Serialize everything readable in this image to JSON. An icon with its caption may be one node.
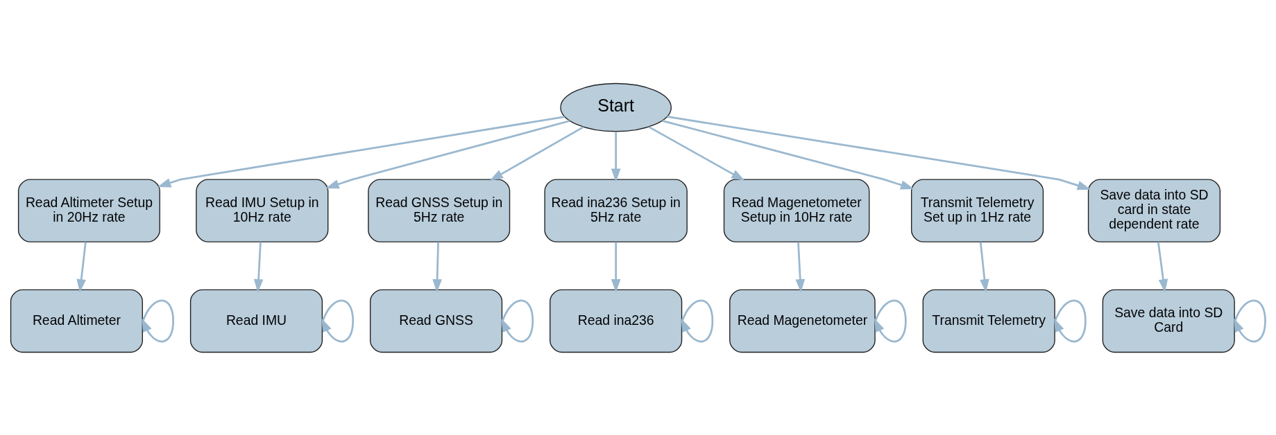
{
  "diagram": {
    "nodes": [
      {
        "text": [
          "Start"
        ]
      },
      {
        "text": [
          "Read Altimeter Setup in 20Hz rate"
        ]
      },
      {
        "text": [
          "Read IMU Setup in 10Hz rate"
        ]
      },
      {
        "text": [
          "Read GNSS Setup in 5Hz rate"
        ]
      },
      {
        "text": [
          "Read ina236 Setup in 5Hz rate"
        ]
      },
      {
        "text": [
          "Read Magenetometer Setup in 10Hz rate"
        ]
      },
      {
        "text": [
          "Transmit Telemetry Set up in 1Hz rate"
        ]
      },
      {
        "text": [
          "Save data into SD card in state dependent rate"
        ]
      },
      {
        "text": [
          "Read Altimeter"
        ]
      },
      {
        "text": [
          "Read IMU"
        ]
      },
      {
        "text": [
          "Read GNSS"
        ]
      },
      {
        "text": [
          "Read ina236"
        ]
      },
      {
        "text": [
          "Read Magenetometer"
        ]
      },
      {
        "text": [
          "Transmit Telemetry"
        ]
      },
      {
        "text": [
          "Save data into SD Card"
        ]
      }
    ],
    "edges": [
      {
        "from": 0,
        "to": 1,
        "arrow": "to"
      },
      {
        "from": 0,
        "to": 2,
        "arrow": "to"
      },
      {
        "from": 0,
        "to": 3,
        "arrow": "to"
      },
      {
        "from": 0,
        "to": 4,
        "arrow": "to"
      },
      {
        "from": 0,
        "to": 5,
        "arrow": "to"
      },
      {
        "from": 0,
        "to": 6,
        "arrow": "to"
      },
      {
        "from": 0,
        "to": 7,
        "arrow": "to"
      },
      {
        "from": 1,
        "to": 8,
        "arrow": "to"
      },
      {
        "from": 8,
        "to": 8,
        "arrow": "to"
      },
      {
        "from": 2,
        "to": 9,
        "arrow": "to"
      },
      {
        "from": 9,
        "to": 9,
        "arrow": "to"
      },
      {
        "from": 3,
        "to": 10,
        "arrow": "to"
      },
      {
        "from": 10,
        "to": 10,
        "arrow": "to"
      },
      {
        "from": 4,
        "to": 11,
        "arrow": "to"
      },
      {
        "from": 11,
        "to": 11,
        "arrow": "to"
      },
      {
        "from": 5,
        "to": 12,
        "arrow": "to"
      },
      {
        "from": 12,
        "to": 12,
        "arrow": "to"
      },
      {
        "from": 6,
        "to": 13,
        "arrow": "to"
      },
      {
        "from": 13,
        "to": 13,
        "arrow": "to"
      },
      {
        "from": 7,
        "to": 14,
        "arrow": "to"
      },
      {
        "from": 14,
        "to": 14,
        "arrow": "to"
      }
    ]
  }
}
